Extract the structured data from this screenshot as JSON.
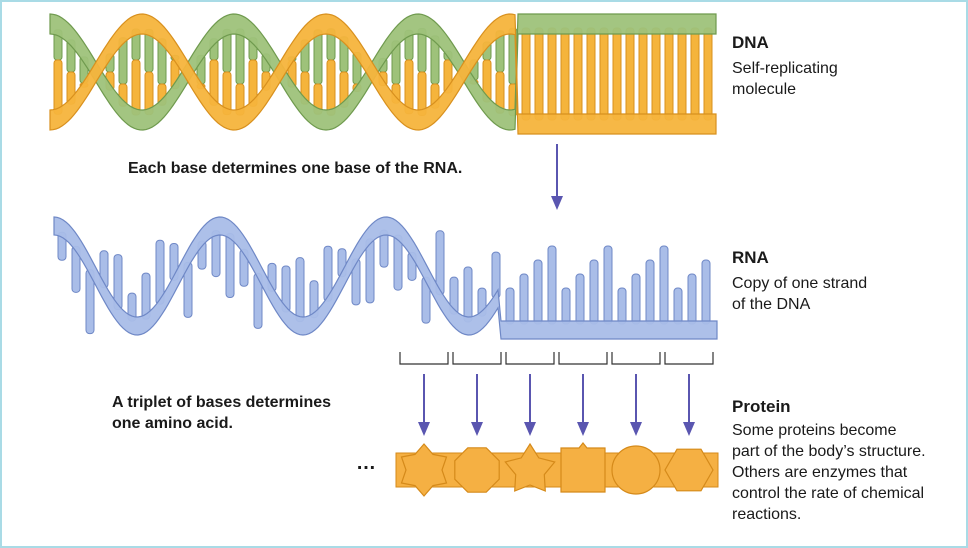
{
  "dna": {
    "title": "DNA",
    "description_lines": [
      "Self-replicating",
      "molecule"
    ]
  },
  "rna": {
    "title": "RNA",
    "description_lines": [
      "Copy of one strand",
      "of the DNA"
    ]
  },
  "protein": {
    "title": "Protein",
    "description_lines": [
      "Some proteins become",
      "part of the body’s structure.",
      "Others are enzymes that",
      "control the rate of chemical",
      "reactions."
    ]
  },
  "captions": {
    "dna_to_rna": "Each base determines one base of the RNA.",
    "triplet_lines": [
      "A triplet of bases determines",
      "one amino acid."
    ],
    "ellipsis": "…"
  },
  "colors": {
    "dna_green": "#9ec27a",
    "dna_green_dark": "#6f9a4e",
    "dna_orange": "#f5b43c",
    "dna_orange_dark": "#d8901e",
    "rna_blue": "#a9bde8",
    "rna_blue_dark": "#6f88c6",
    "arrow": "#5a56b0",
    "protein": "#f5b043",
    "protein_dark": "#d58a1a",
    "border": "#a9dbe6"
  },
  "amino_acid_shapes": [
    "star6",
    "octagon",
    "star5",
    "square-notched",
    "circle",
    "hexagon"
  ]
}
